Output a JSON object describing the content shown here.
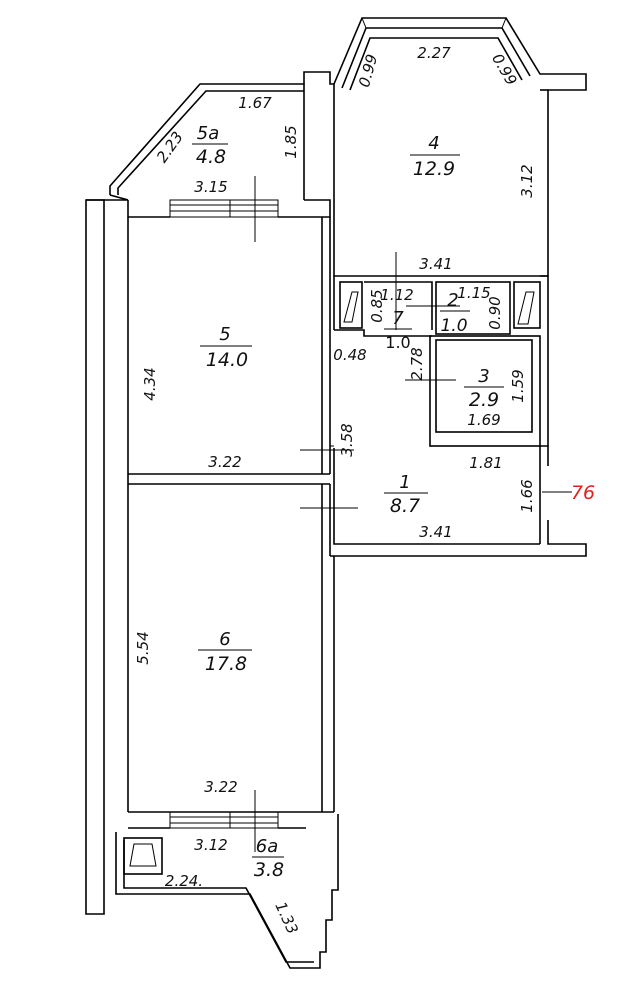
{
  "rooms": [
    {
      "id": "1",
      "area": "8.7"
    },
    {
      "id": "2",
      "area": "1.0"
    },
    {
      "id": "3",
      "area": "2.9"
    },
    {
      "id": "4",
      "area": "12.9"
    },
    {
      "id": "5",
      "area": "14.0"
    },
    {
      "id": "5a",
      "area": "4.8"
    },
    {
      "id": "6",
      "area": "17.8"
    },
    {
      "id": "6a",
      "area": "3.8"
    },
    {
      "id": "7",
      "area": "1.0"
    }
  ],
  "dimensions": {
    "r5a_top": "1.67",
    "r5a_diag": "2.23",
    "r5a_right": "1.85",
    "r5a_bottom": "3.15",
    "r4_diag_left": "0.99",
    "r4_top": "2.27",
    "r4_diag_right": "0.99",
    "r4_right": "3.12",
    "r4_bottom": "3.41",
    "r5_left": "4.34",
    "r5_bottom": "3.22",
    "r7_top": "1.12",
    "r7_left": "0.85",
    "r2_top": "1.15",
    "r2_right": "0.90",
    "r3_left": "2.78",
    "r3_right": "1.59",
    "r3_bottom": "1.69",
    "hall_left": "0.48",
    "hall_door": "3.58",
    "r1_top": "1.81",
    "r1_right": "1.66",
    "r1_bottom": "3.41",
    "r6_left": "5.54",
    "r6_bottom": "3.22",
    "r6a_top": "3.12",
    "r6a_bottom": "2.24.",
    "r6a_diag": "1.33"
  },
  "annotation": "76",
  "colors": {
    "line": "#000000",
    "annotation": "#e02020"
  }
}
